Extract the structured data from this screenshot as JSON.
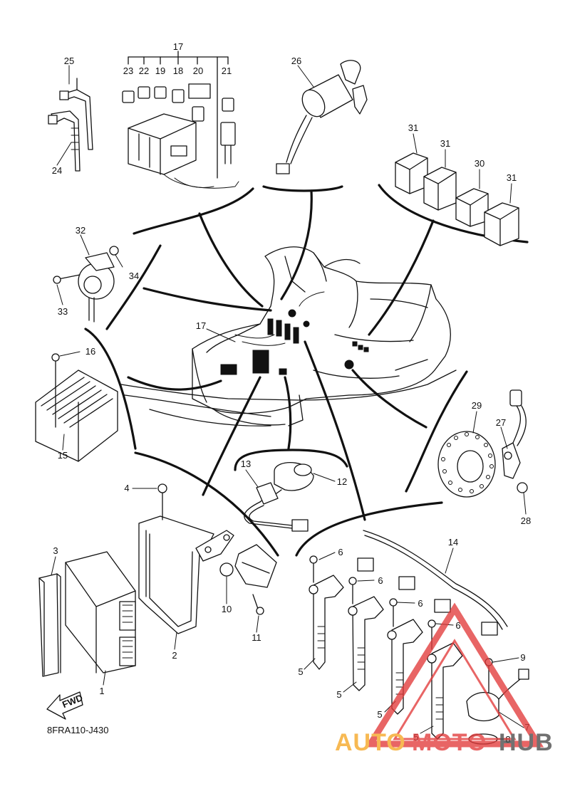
{
  "drawing_code": "8FRA110-J430",
  "fwd_label": "FWD",
  "watermark": {
    "part1": "AUTO",
    "part2": "MOTO",
    "part3": "HUB",
    "color1": "#f5a623",
    "color2": "#e23b3b",
    "color3": "#4a4a4a"
  },
  "callouts": [
    "1",
    "2",
    "3",
    "4",
    "5",
    "6",
    "7",
    "8",
    "9",
    "10",
    "11",
    "12",
    "13",
    "14",
    "15",
    "16",
    "17",
    "18",
    "19",
    "20",
    "21",
    "22",
    "23",
    "24",
    "25",
    "26",
    "27",
    "28",
    "29",
    "30",
    "31",
    "32",
    "33",
    "34"
  ]
}
